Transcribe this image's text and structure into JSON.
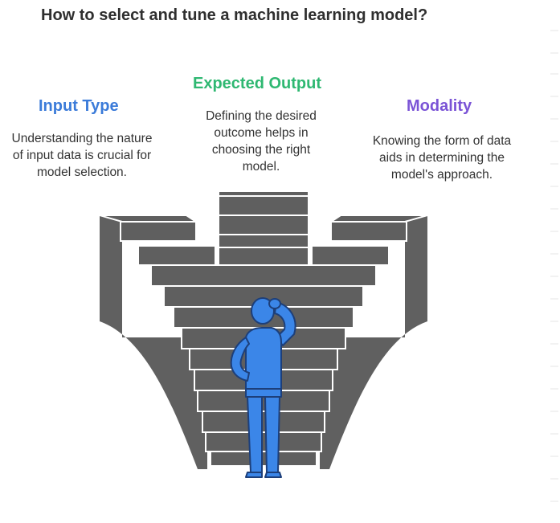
{
  "title": "How to select and tune a machine learning model?",
  "colors": {
    "input": "#3b7bd9",
    "output": "#2fb872",
    "modality": "#7b54d6",
    "stairs": "#5f5f5f",
    "figure": "#3b86e8"
  },
  "sections": {
    "input": {
      "heading": "Input Type",
      "text": "Understanding the nature of input data is crucial for model selection."
    },
    "output": {
      "heading": "Expected Output",
      "text": "Defining the desired outcome helps in choosing the right model."
    },
    "modality": {
      "heading": "Modality",
      "text": "Knowing the form of data aids in determining the model's approach."
    }
  },
  "illustration": {
    "central": "funnel-stairs",
    "figure": "person-thinking-icon"
  }
}
